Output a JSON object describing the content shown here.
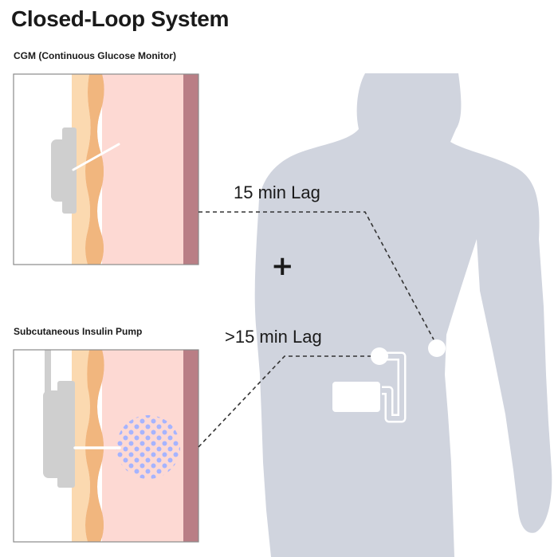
{
  "title": "Closed-Loop System",
  "cgm": {
    "label": "CGM (Continuous Glucose Monitor)",
    "lag_label": "15 min Lag"
  },
  "pump": {
    "label": "Subcutaneous Insulin Pump",
    "lag_label": ">15 min Lag"
  },
  "plus": "+",
  "colors": {
    "body": "#d0d4de",
    "skin_outer": "#fbd9b0",
    "fat_layer": "#f1b67e",
    "dermis": "#ecb1b3",
    "tissue": "#fdd9d3",
    "muscle": "#b97e85",
    "device": "#cfcfcf",
    "insulin_dots": "#a6b4ff",
    "leader_line": "#333333"
  }
}
